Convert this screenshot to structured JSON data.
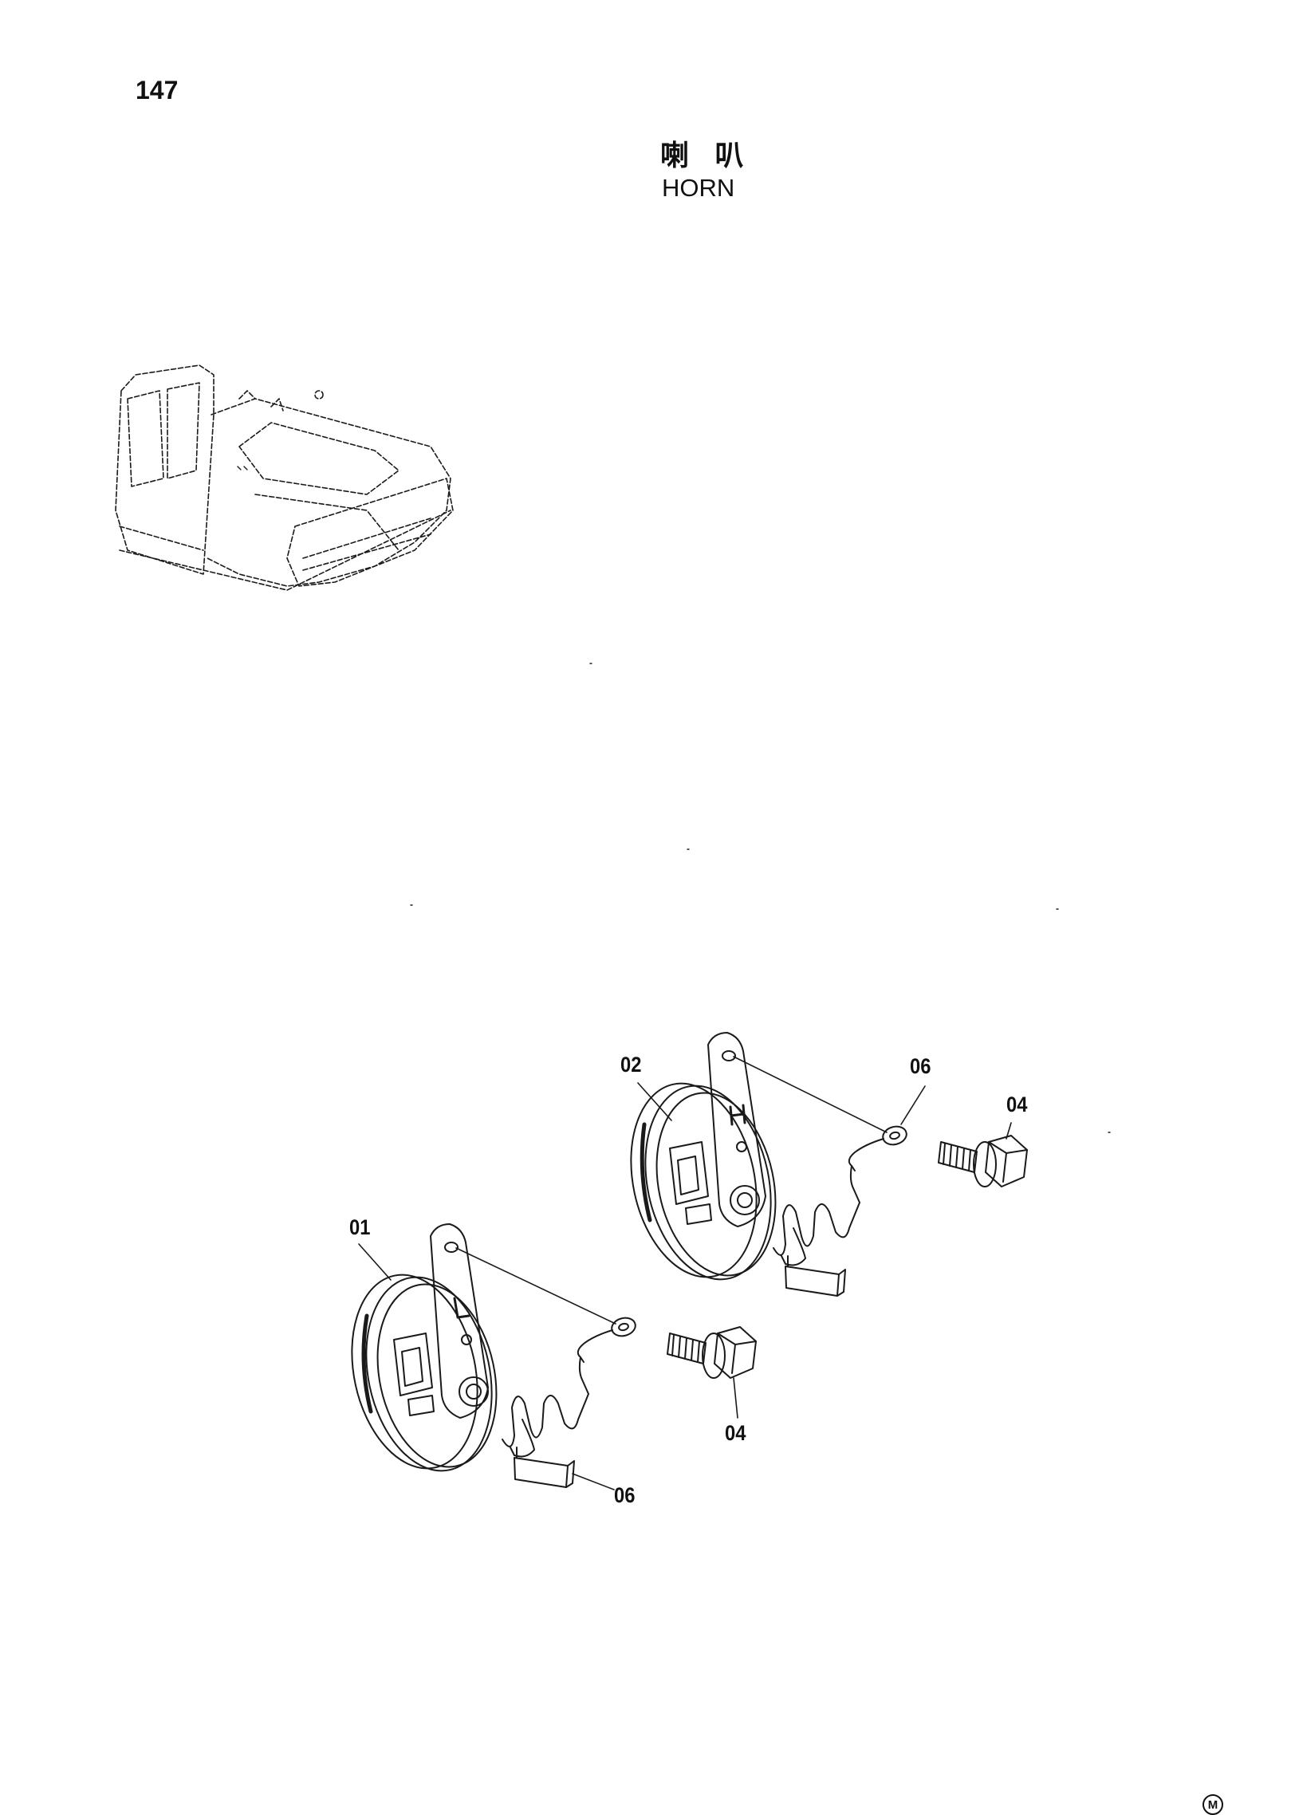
{
  "page": {
    "number": "147"
  },
  "title": {
    "chinese": "喇 叭",
    "english": "HORN"
  },
  "callouts": {
    "horn_low": "01",
    "horn_high": "02",
    "bolt_upper": "04",
    "bolt_lower": "04",
    "wire_upper": "06",
    "wire_lower": "06"
  },
  "footer": {
    "mark": "M"
  }
}
